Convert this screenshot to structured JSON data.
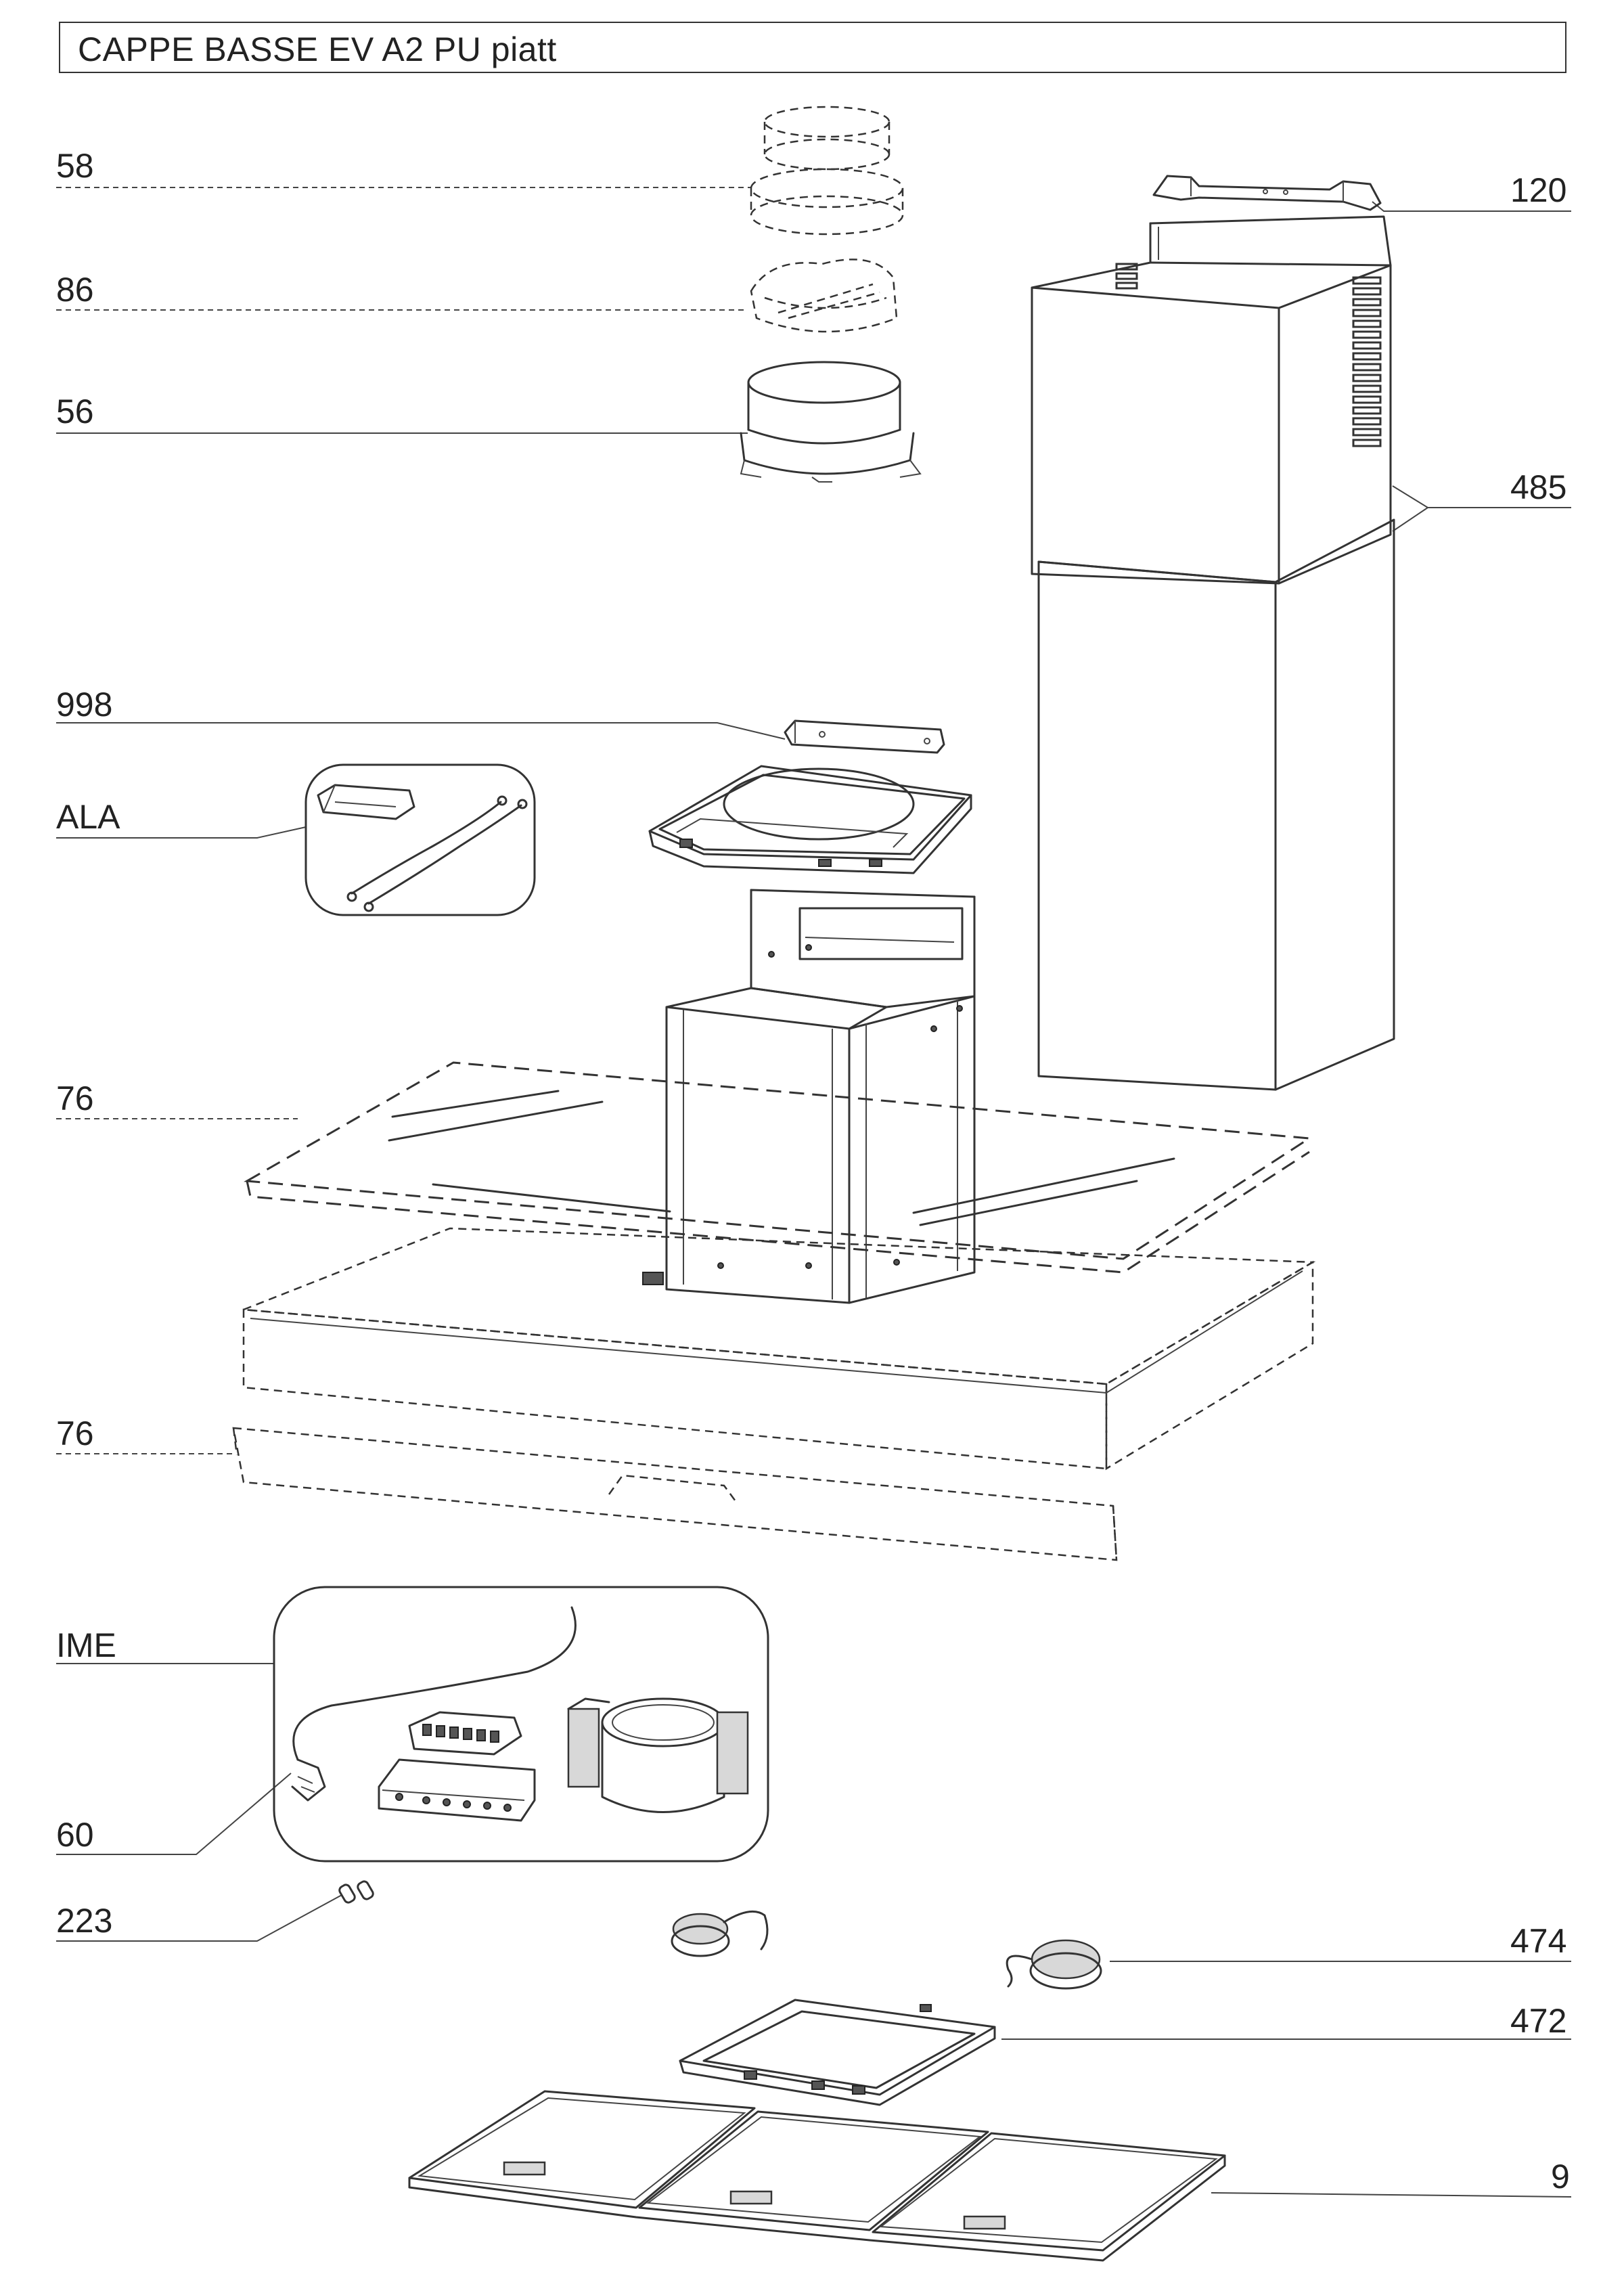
{
  "title": "CAPPE BASSE  EV A2 PU piatt",
  "labels": {
    "p58": "58",
    "p86": "86",
    "p56": "56",
    "p120": "120",
    "p485": "485",
    "p998": "998",
    "pALA": "ALA",
    "p76a": "76",
    "p76b": "76",
    "pIME": "IME",
    "p60": "60",
    "p223": "223",
    "p474": "474",
    "p472": "472",
    "p9": "9"
  }
}
